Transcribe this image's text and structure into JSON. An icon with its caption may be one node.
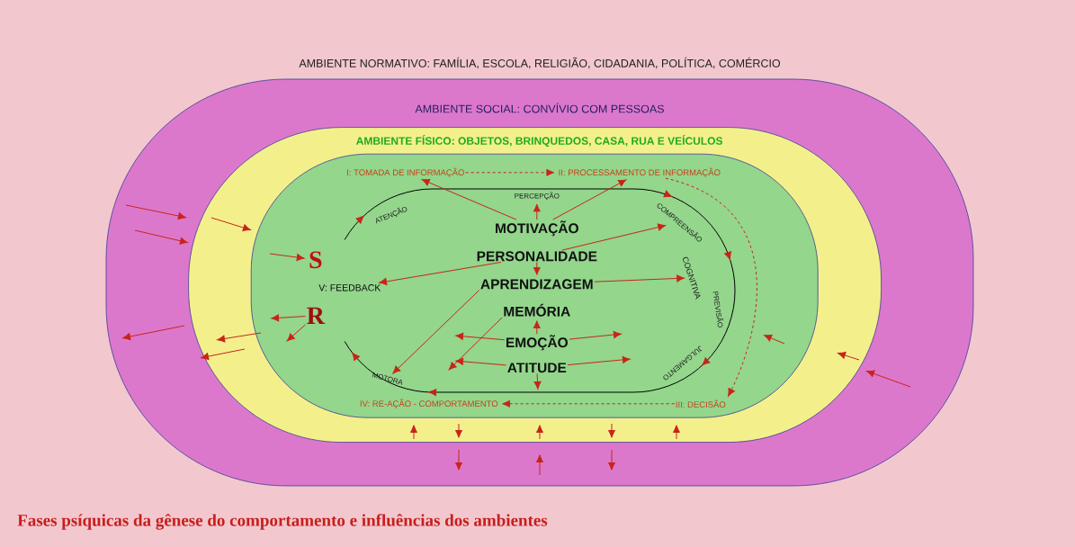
{
  "diagram": {
    "caption": "Fases psíquicas da gênese do comportamento e influências dos ambientes",
    "nodes": [
      {
        "text": [
          "AMBIENTE SOCIAL: CONVÍVIO COM PESSOAS"
        ]
      },
      {
        "text": [
          "AMBIENTE FÍSICO: OBJETOS, BRINQUEDOS, CASA, RUA E VEÍCULOS"
        ],
        "in": 0
      },
      {
        "text": [],
        "shape": "ellipse",
        "in": 1
      },
      {
        "text": [
          "I: TOMADA DE INFORMAÇÃO"
        ],
        "in": 2
      },
      {
        "text": [
          "II: PROCESSAMENTO DE INFORMAÇÃO"
        ],
        "in": 2
      },
      {
        "text": [
          "III: DECISÃO"
        ],
        "in": 2
      },
      {
        "text": [
          "IV: RE-AÇÃO - COMPORTAMENTO"
        ],
        "in": 2
      },
      {
        "text": [
          "V: FEEDBACK"
        ],
        "in": 2
      },
      {
        "text": [
          "S"
        ],
        "in": 2
      },
      {
        "text": [
          "R"
        ],
        "in": 2
      },
      {
        "text": [
          "MOTIVAÇÃO"
        ],
        "in": 2
      },
      {
        "text": [
          "PERSONALIDADE"
        ],
        "in": 2
      },
      {
        "text": [
          "APRENDIZAGEM"
        ],
        "in": 2
      },
      {
        "text": [
          "MEMÓRIA"
        ],
        "in": 2
      },
      {
        "text": [
          "EMOÇÃO"
        ],
        "in": 2
      },
      {
        "text": [
          "ATITUDE"
        ],
        "in": 2
      },
      {
        "text": [
          "ATENÇÃO"
        ],
        "in": 2
      },
      {
        "text": [
          "PERCEPÇÃO"
        ],
        "in": 2
      },
      {
        "text": [
          "COMPREENSÃO"
        ],
        "in": 2
      },
      {
        "text": [
          "COGNITIVA"
        ],
        "in": 2
      },
      {
        "text": [
          "PREVISÃO"
        ],
        "in": 2
      },
      {
        "text": [
          "JULGAMENTO"
        ],
        "in": 2
      },
      {
        "text": [
          "MOTORA"
        ],
        "in": 2
      }
    ],
    "edges": [
      {
        "from": 3,
        "to": 4,
        "arrow": "to",
        "style": "dashed"
      },
      {
        "from": 4,
        "to": 5,
        "arrow": "to",
        "style": "dashed"
      },
      {
        "from": 5,
        "to": 6,
        "arrow": "to",
        "style": "dashed"
      },
      {
        "from": null,
        "to": 8,
        "arrow": "to"
      },
      {
        "from": 9,
        "to": null,
        "arrow": "to"
      },
      {
        "from": 9,
        "to": null,
        "arrow": "to"
      },
      {
        "from": 10,
        "to": 3,
        "arrow": "to"
      },
      {
        "from": 10,
        "to": 17,
        "arrow": "to"
      },
      {
        "from": 10,
        "to": 4,
        "arrow": "to"
      },
      {
        "from": 11,
        "to": 7,
        "arrow": "to"
      },
      {
        "from": 11,
        "to": 18,
        "arrow": "to"
      },
      {
        "from": 11,
        "to": 12,
        "arrow": "to"
      },
      {
        "from": 12,
        "to": 19,
        "arrow": "to"
      },
      {
        "from": 12,
        "to": 22,
        "arrow": "to"
      },
      {
        "from": 13,
        "to": null,
        "arrow": "to"
      },
      {
        "from": 14,
        "to": 13,
        "arrow": "to"
      },
      {
        "from": 14,
        "to": null,
        "arrow": "to"
      },
      {
        "from": 14,
        "to": null,
        "arrow": "to"
      },
      {
        "from": 15,
        "to": null,
        "arrow": "to"
      },
      {
        "from": 15,
        "to": null,
        "arrow": "to"
      },
      {
        "from": 15,
        "to": null,
        "arrow": "to"
      }
    ],
    "labels": [
      "AMBIENTE NORMATIVO: FAMÍLIA, ESCOLA, RELIGIÃO, CIDADANIA, POLÍTICA, COMÉRCIO"
    ]
  }
}
